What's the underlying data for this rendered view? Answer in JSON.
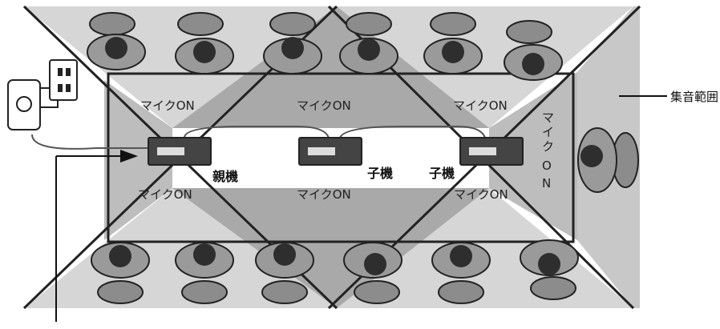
{
  "labels": {
    "mic_on": "マイクON",
    "mic_on_vertical": [
      "マ",
      "イ",
      "ク",
      "O",
      "N"
    ],
    "parent_unit": "親機",
    "child_unit": "子機",
    "coverage_area": "集音範囲"
  },
  "colors": {
    "zone_light": "#d6d6d6",
    "zone_dark": "#a9a9a9",
    "frame": "#222222",
    "device_body": "#444444",
    "seat": "#8c8c8c",
    "person_body": "#9a9a9a",
    "person_head": "#2e2e2e"
  },
  "icons": [
    "ac-adapter-icon",
    "wall-outlet-icon",
    "speakerphone-unit-icon",
    "arrow-right-icon",
    "chair-icon",
    "person-icon"
  ]
}
